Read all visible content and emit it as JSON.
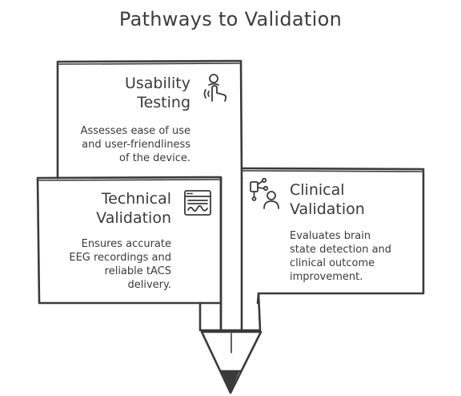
{
  "title": "Pathways to Validation",
  "cards": {
    "usability": {
      "heading_line1": "Usability",
      "heading_line2": "Testing",
      "desc_line1": "Assesses ease of use",
      "desc_line2": "and user-friendliness",
      "desc_line3": "of the device.",
      "icon": "touch-hand-icon"
    },
    "technical": {
      "heading_line1": "Technical",
      "heading_line2": "Validation",
      "desc_line1": "Ensures accurate",
      "desc_line2": "EEG recordings and",
      "desc_line3": "reliable tACS",
      "desc_line4": "delivery.",
      "icon": "monitor-waveform-icon"
    },
    "clinical": {
      "heading_line1": "Clinical",
      "heading_line2": "Validation",
      "desc_line1": "Evaluates brain",
      "desc_line2": "state detection and",
      "desc_line3": "clinical outcome",
      "desc_line4": "improvement.",
      "icon": "clinician-network-icon"
    }
  },
  "colors": {
    "stroke": "#3a3a3a",
    "fill": "#ffffff",
    "text": "#3a3a3a"
  }
}
